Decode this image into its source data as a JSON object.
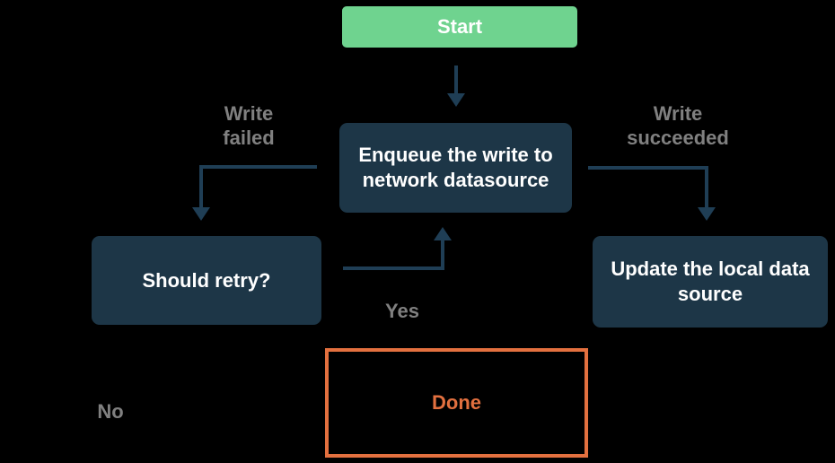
{
  "colors": {
    "background": "#000000",
    "node_fill": "#1d3647",
    "node_text": "#ffffff",
    "start_fill": "#6fd38f",
    "start_text": "#ffffff",
    "arrow": "#1f3e55",
    "edge_label": "#808080",
    "done_accent": "#e3703f"
  },
  "diagram": {
    "nodes": {
      "start": {
        "label": "Start"
      },
      "enqueue": {
        "label": "Enqueue the write to network datasource"
      },
      "should_retry": {
        "label": "Should retry?"
      },
      "update_local": {
        "label": "Update the local data source"
      },
      "done": {
        "label": "Done"
      }
    },
    "edge_labels": {
      "write_failed": "Write failed",
      "write_succeeded": "Write succeeded",
      "yes": "Yes",
      "no": "No"
    }
  }
}
